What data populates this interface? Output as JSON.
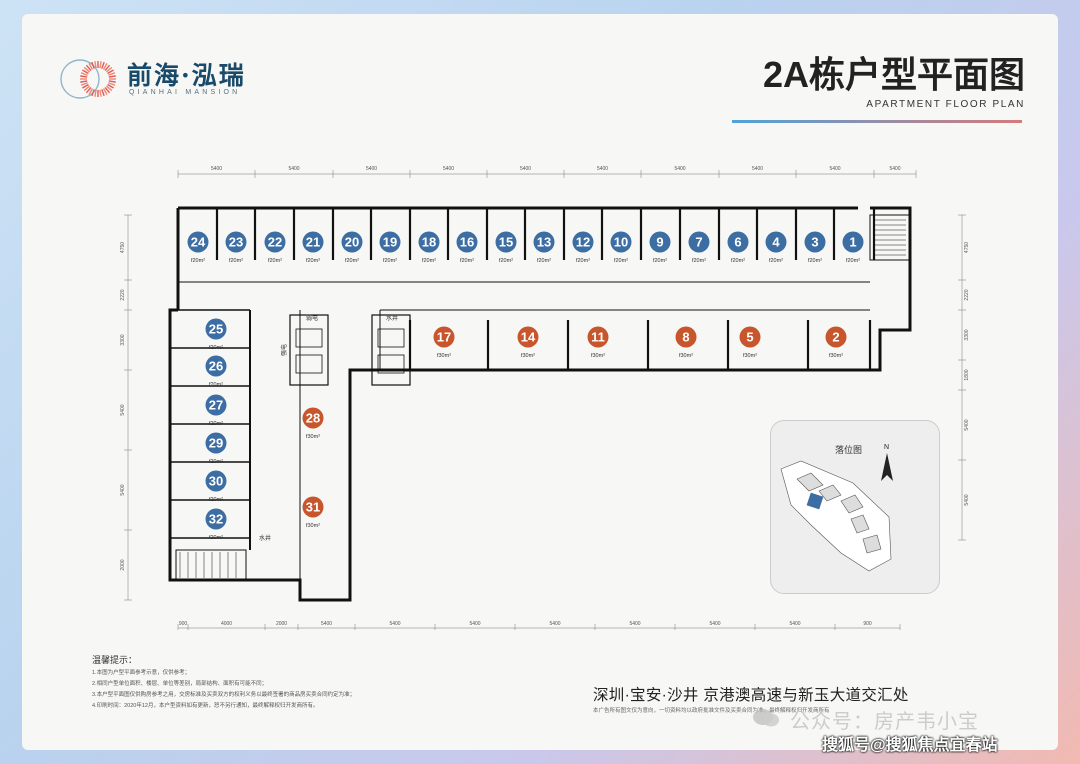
{
  "brand": {
    "name_cn": "前海·泓瑞",
    "name_en": "QIANHAI MANSION"
  },
  "title": {
    "cn": "2A栋户型平面图",
    "en": "APARTMENT FLOOR PLAN"
  },
  "dimensions": {
    "top": [
      "5400",
      "5400",
      "5400",
      "5400",
      "5400",
      "5400",
      "5400",
      "5400",
      "5400",
      "5400"
    ],
    "bottom": [
      "900",
      "4000",
      "2000",
      "5400",
      "5400",
      "5400",
      "5400",
      "5400",
      "5400",
      "5400",
      "900"
    ],
    "left": [
      "4750",
      "2220",
      "3300",
      "5400",
      "5400",
      "2000"
    ],
    "right": [
      "4750",
      "2220",
      "3300",
      "1800",
      "5400",
      "5400"
    ]
  },
  "units_blue": [
    {
      "num": "24",
      "area": "f20m²"
    },
    {
      "num": "23",
      "area": "f20m²"
    },
    {
      "num": "22",
      "area": "f20m²"
    },
    {
      "num": "21",
      "area": "f20m²"
    },
    {
      "num": "20",
      "area": "f20m²"
    },
    {
      "num": "19",
      "area": "f20m²"
    },
    {
      "num": "18",
      "area": "f20m²"
    },
    {
      "num": "16",
      "area": "f20m²"
    },
    {
      "num": "15",
      "area": "f20m²"
    },
    {
      "num": "13",
      "area": "f20m²"
    },
    {
      "num": "12",
      "area": "f20m²"
    },
    {
      "num": "10",
      "area": "f20m²"
    },
    {
      "num": "9",
      "area": "f20m²"
    },
    {
      "num": "7",
      "area": "f20m²"
    },
    {
      "num": "6",
      "area": "f20m²"
    },
    {
      "num": "4",
      "area": "f20m²"
    },
    {
      "num": "3",
      "area": "f20m²"
    },
    {
      "num": "1",
      "area": "f20m²"
    }
  ],
  "units_orange": [
    {
      "num": "17",
      "area": "f30m²"
    },
    {
      "num": "14",
      "area": "f30m²"
    },
    {
      "num": "11",
      "area": "f30m²"
    },
    {
      "num": "8",
      "area": "f30m²"
    },
    {
      "num": "5",
      "area": "f30m²"
    },
    {
      "num": "2",
      "area": "f30m²"
    }
  ],
  "units_left_blue": [
    {
      "num": "25",
      "area": "f20m²"
    },
    {
      "num": "26",
      "area": "f20m²"
    },
    {
      "num": "27",
      "area": "f20m²"
    },
    {
      "num": "29",
      "area": "f20m²"
    },
    {
      "num": "30",
      "area": "f20m²"
    },
    {
      "num": "32",
      "area": "f20m²"
    }
  ],
  "units_left_orange": [
    {
      "num": "28",
      "area": "f30m²"
    },
    {
      "num": "31",
      "area": "f30m²"
    }
  ],
  "core_labels": {
    "shaft1": "弱电",
    "shaft2": "水井",
    "shaft3": "水井",
    "elec": "强电"
  },
  "site_plan": {
    "title": "落位图",
    "north": "N"
  },
  "notes": {
    "heading": "温馨提示：",
    "items": [
      "1.本图为户型平面参考示意，仅供参考；",
      "2.相同户型单位面积、楼层、单位等差别，局部结构、面积有可能不同；",
      "3.本户型平面图仅供购房参考之用，交房标准及买卖双方的权利义务以最终签署的商品房买卖合同约定为准；",
      "4.印刷时间：2020年12月，本户型资料如有更新，恕不另行通知，最终解释权归开发商所有。"
    ]
  },
  "location": "深圳·宝安·沙井 京港澳高速与新玉大道交汇处",
  "disclaimer": "本广告所有图文仅为意向，一切资料均以政府批准文件及买卖合同为准，最终解释权归开发商所有",
  "watermarks": {
    "account": "公众号：房产韦小宝",
    "site": "搜狐号@搜狐焦点宜春站"
  },
  "colors": {
    "blue_circle": "#3d6ea3",
    "orange_circle": "#c8562c",
    "wall": "#111111"
  }
}
